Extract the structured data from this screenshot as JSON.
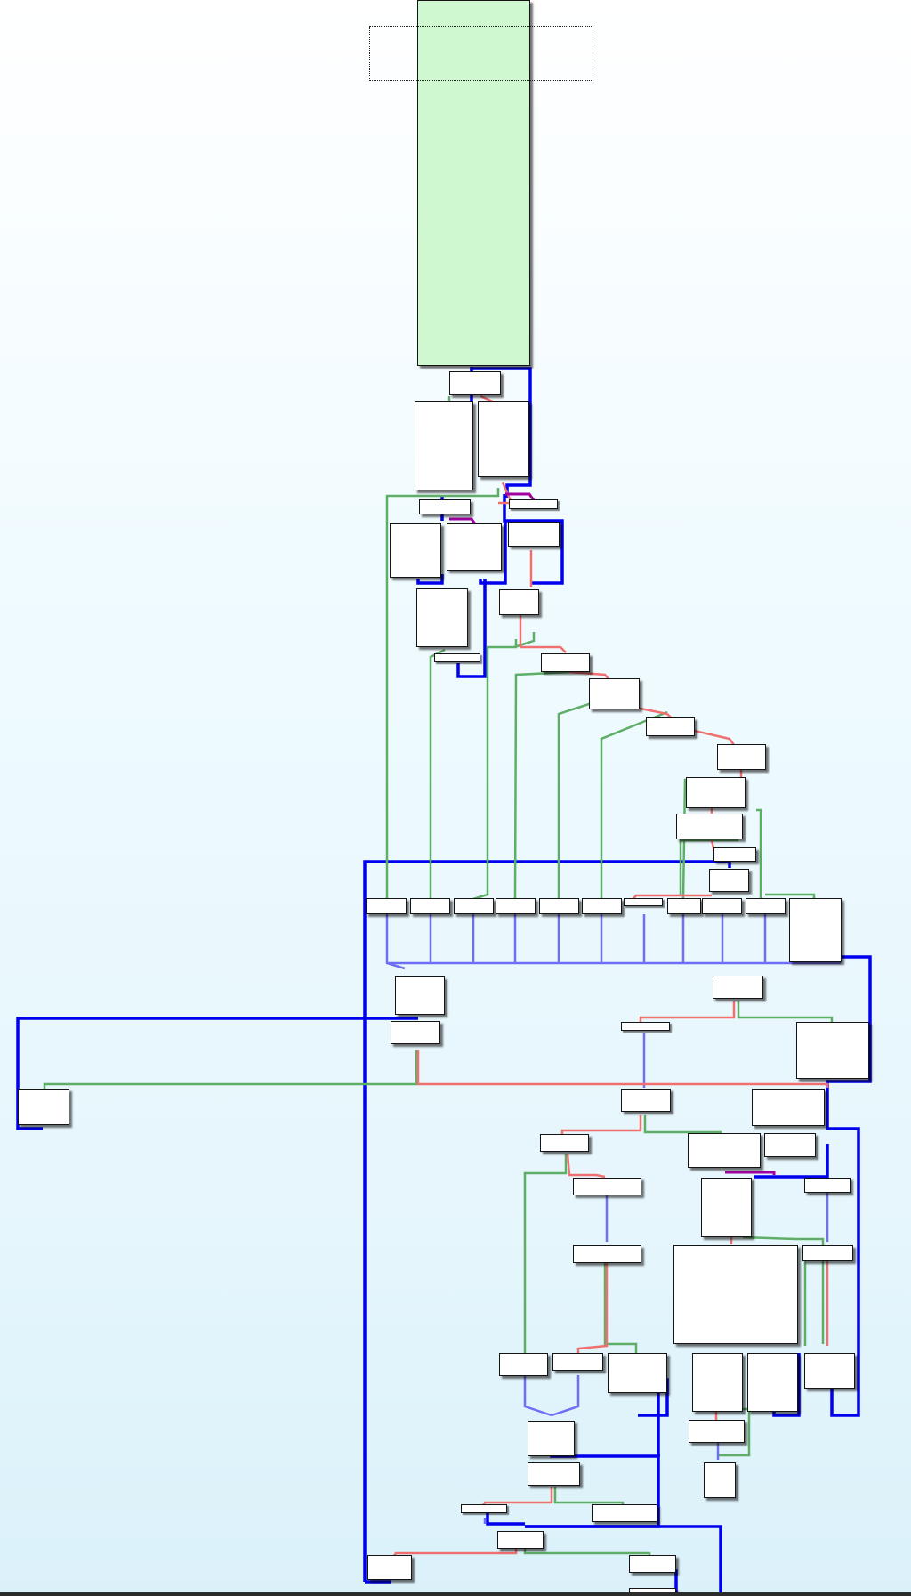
{
  "view": "function-control-flow-graph-overview",
  "colors": {
    "background_top": "#ffffff",
    "background_bottom": "#dbf1fa",
    "entry_block_fill": "#d0f8d0",
    "block_fill": "#ffffff",
    "block_border": "#141414",
    "edge_unconditional": "#0000ee",
    "edge_unconditional_light": "#6f6ff5",
    "edge_true": "#5fae68",
    "edge_false": "#f07070",
    "edge_selected": "#a000a0"
  },
  "legend_semantics": {
    "edge_unconditional": "blue",
    "edge_true": "green",
    "edge_false": "red"
  }
}
